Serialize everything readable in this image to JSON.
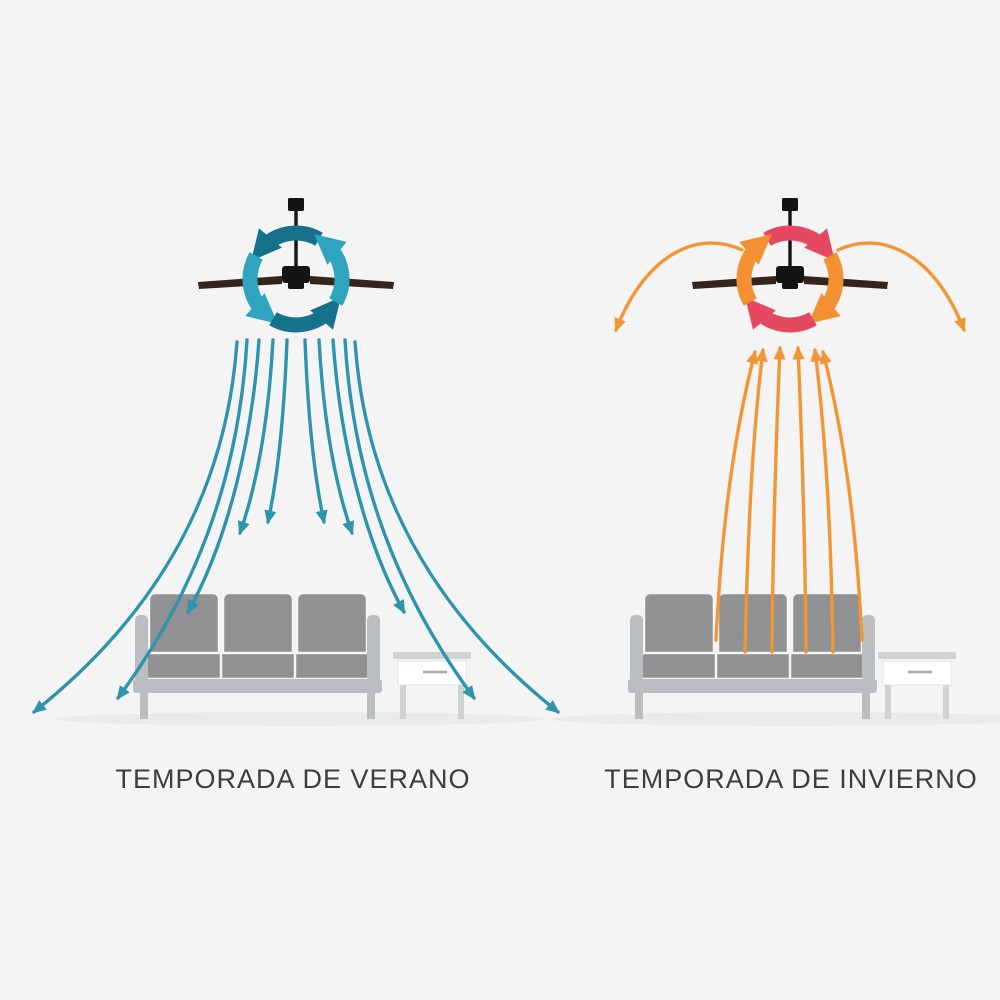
{
  "diagram": {
    "subject": "ceiling-fan-seasonal-airflow",
    "panels": [
      {
        "id": "verano",
        "label": "TEMPORADA DE VERANO",
        "mode": "cooling",
        "fan_rotation": "counterclockwise",
        "airflow": "downward-spreading"
      },
      {
        "id": "invierno",
        "label": "TEMPORADA DE INVIERNO",
        "mode": "heating",
        "fan_rotation": "clockwise",
        "airflow": "upward-converging"
      }
    ]
  },
  "colors": {
    "bg": "#f4f4f4",
    "text": "#3d3d3d",
    "teal-dark": "#16718a",
    "teal-light": "#2ea4bf",
    "teal-flow": "#2e93ad",
    "red": "#e54861",
    "orange": "#f39132",
    "orange-flow": "#f49533",
    "sofa-gray": "#8f9192",
    "sofa-frame": "#babec0",
    "table-top": "#cfd3d4",
    "table-body": "#ffffff",
    "table-handle": "#a8adaf",
    "shadow": "#e9eaea",
    "fan-dark": "#141414",
    "blade": "#33251b"
  }
}
